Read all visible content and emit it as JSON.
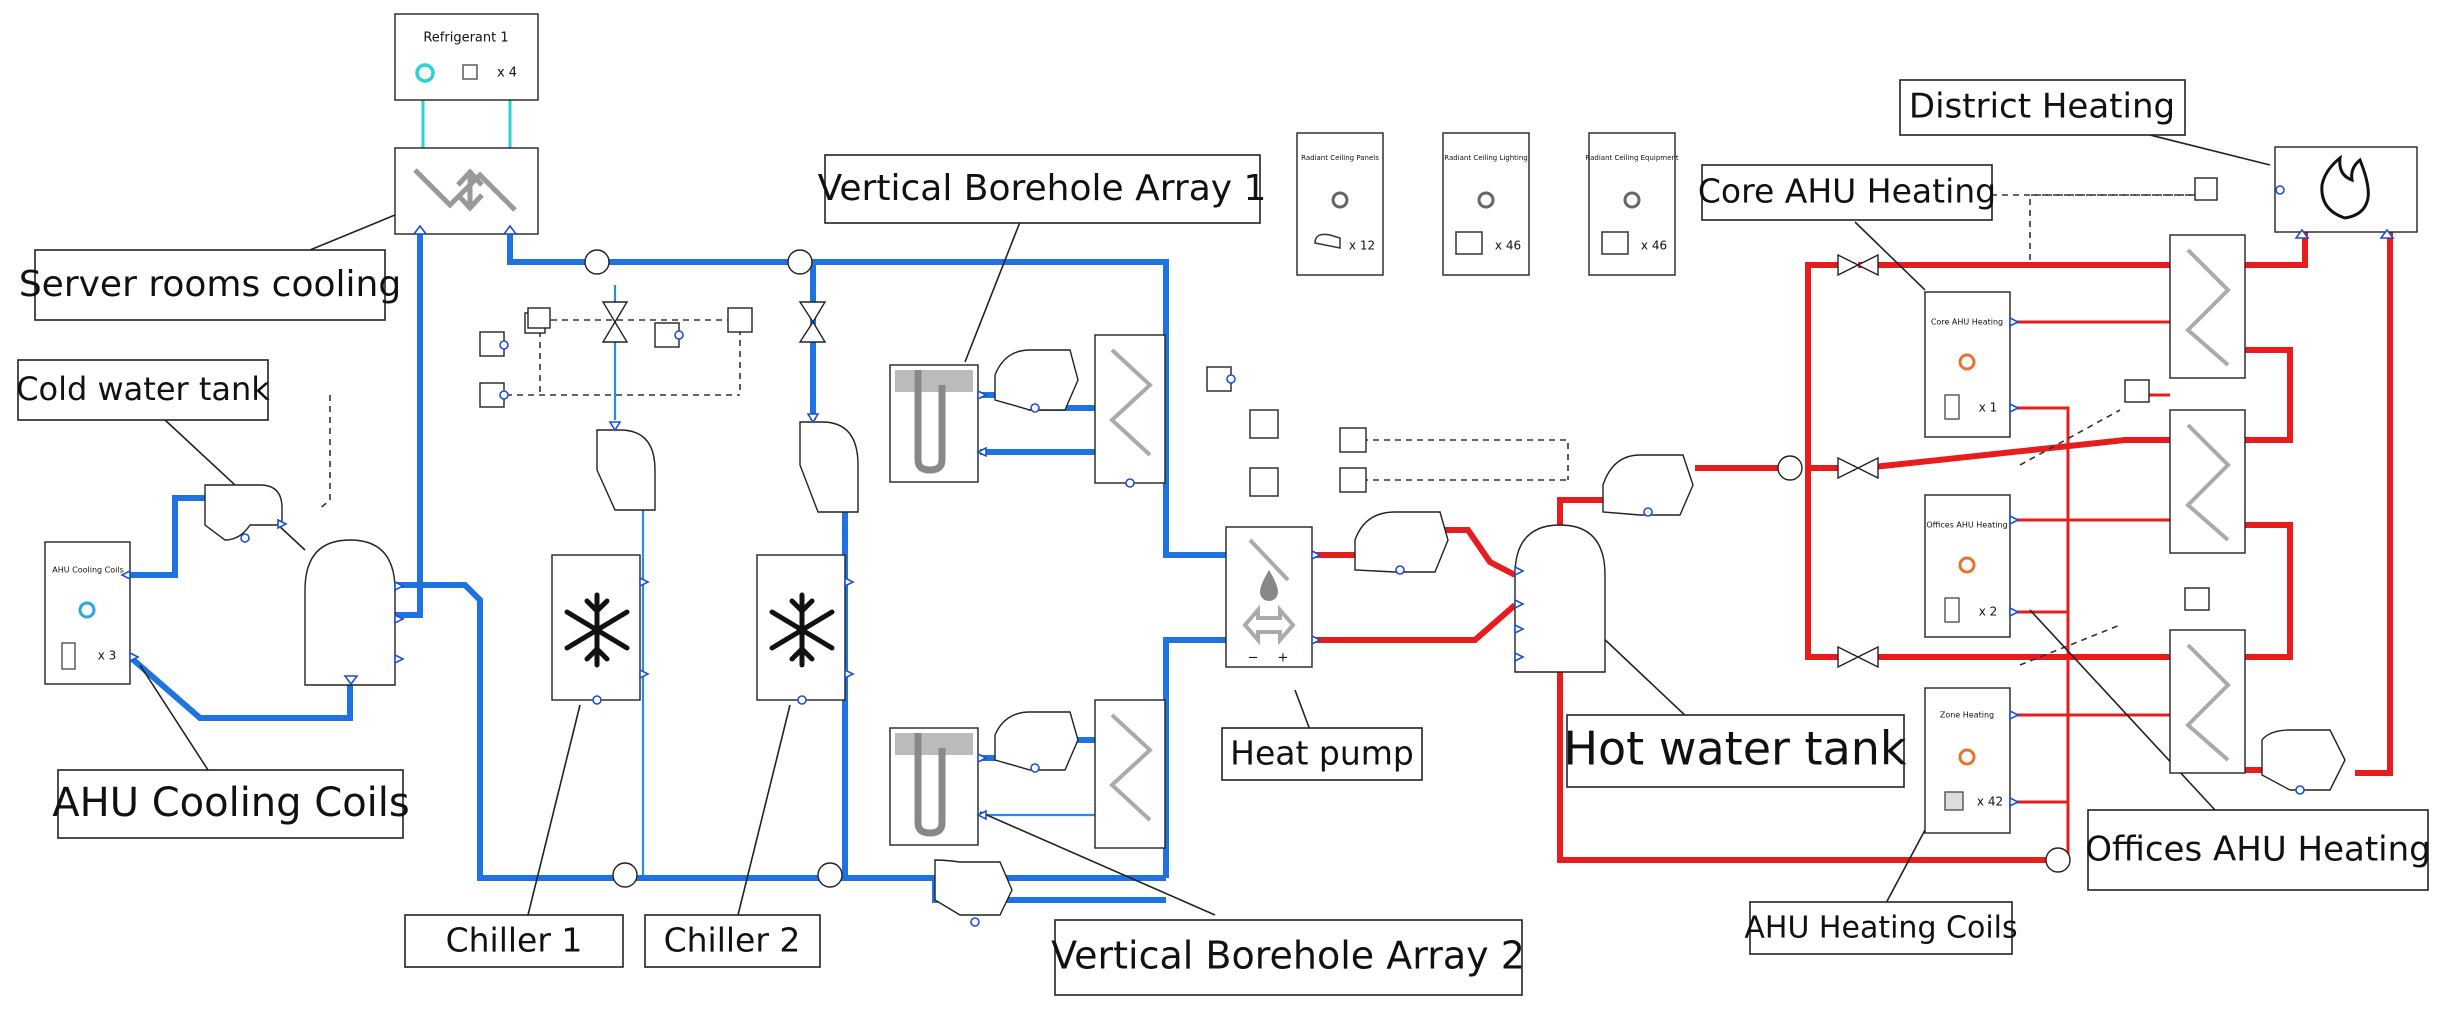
{
  "labels": {
    "server_rooms_cooling": "Server rooms cooling",
    "cold_water_tank": "Cold water tank",
    "ahu_cooling_coils": "AHU Cooling Coils",
    "chiller_1": "Chiller 1",
    "chiller_2": "Chiller 2",
    "vertical_borehole_array_1": "Vertical Borehole Array 1",
    "vertical_borehole_array_2": "Vertical Borehole Array 2",
    "heat_pump": "Heat pump",
    "hot_water_tank": "Hot water tank",
    "district_heating": "District Heating",
    "core_ahu_heating": "Core AHU Heating",
    "offices_ahu_heating": "Offices AHU Heating",
    "ahu_heating_coils": "AHU Heating Coils"
  },
  "components": {
    "refrigerant": {
      "title": "Refrigerant 1",
      "count": "x 4"
    },
    "ahu_cooling_card": {
      "title": "AHU Cooling Coils",
      "count": "x 3"
    },
    "top_card_1": {
      "title": "Radiant Ceiling Panels",
      "count": "x 12"
    },
    "top_card_2": {
      "title": "Radiant Ceiling Lighting",
      "count": "x 46"
    },
    "top_card_3": {
      "title": "Radiant Ceiling Equipment",
      "count": "x 46"
    },
    "core_ahu_card": {
      "title": "Core AHU Heating",
      "count": "x 1"
    },
    "offices_ahu_card": {
      "title": "Offices AHU Heating",
      "count": "x 2"
    },
    "zone_heating_card": {
      "title": "Zone Heating",
      "count": "x 42"
    }
  },
  "colors": {
    "cold_pipe": "#1f73e0",
    "hot_pipe": "#e81c1c",
    "refrigerant_pipe": "#2dd0d6",
    "port": "#1f4fd0",
    "card_icon": "#e8732a",
    "cold_icon": "#2aa7e0"
  },
  "icons": {
    "chiller": "snowflake-icon",
    "district_heating": "flame-icon",
    "heat_pump": "heat-pump-icon",
    "borehole": "borehole-icon",
    "heat_exchanger": "heat-exchanger-icon"
  }
}
